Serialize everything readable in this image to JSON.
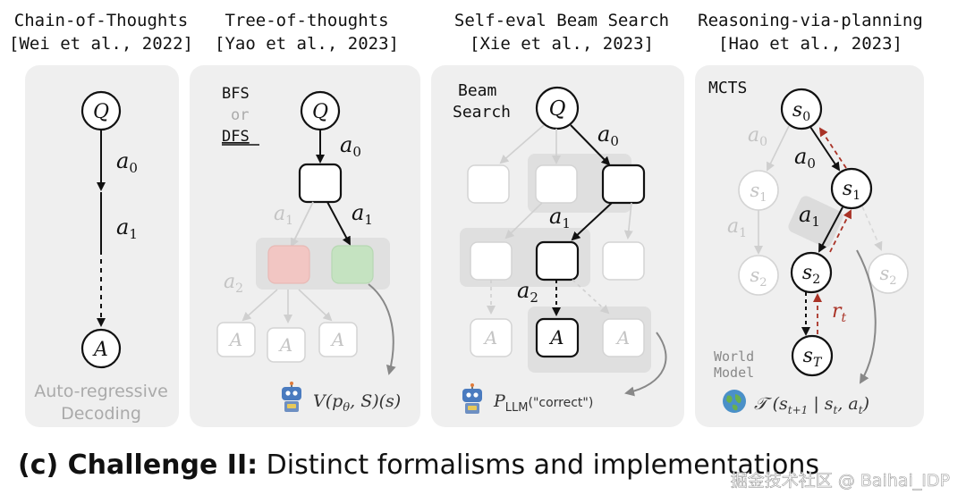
{
  "panels": [
    {
      "title": "Chain-of-Thoughts",
      "citation": "[Wei et al., 2022]"
    },
    {
      "title": "Tree-of-thoughts",
      "citation": "[Yao et al., 2023]"
    },
    {
      "title": "Self-eval Beam Search",
      "citation": "[Xie et al., 2023]"
    },
    {
      "title": "Reasoning-via-planning",
      "citation": "[Hao et al., 2023]"
    }
  ],
  "cot": {
    "q": "Q",
    "a0": "a",
    "a0_sub": "0",
    "a1": "a",
    "a1_sub": "1",
    "answer": "A",
    "caption_line1": "Auto-regressive",
    "caption_line2": "Decoding"
  },
  "tot": {
    "bfs": "BFS",
    "or": "or",
    "dfs": "DFS",
    "q": "Q",
    "a0": "a",
    "a0_sub": "0",
    "a1_faded": "a",
    "a1_faded_sub": "1",
    "a1": "a",
    "a1_sub": "1",
    "a2": "a",
    "a2_sub": "2",
    "leaf": "A",
    "value_fn": "V(p",
    "value_theta": "θ",
    "value_rest": ", S)(s)",
    "colors": {
      "red_box": "#f2c6c3",
      "green_box": "#c5e3c1"
    }
  },
  "beam": {
    "label_line1": "Beam",
    "label_line2": "Search",
    "q": "Q",
    "a0": "a",
    "a0_sub": "0",
    "a1": "a",
    "a1_sub": "1",
    "a2": "a",
    "a2_sub": "2",
    "leaf": "A",
    "p": "P",
    "p_sub": "LLM",
    "p_arg": "(\"correct\")"
  },
  "mcts": {
    "label": "MCTS",
    "s": "s",
    "s0_sub": "0",
    "s1_sub": "1",
    "s2_sub": "2",
    "sT_sub": "T",
    "a0": "a",
    "a0_sub": "0",
    "a1": "a",
    "a1_sub": "1",
    "r": "r",
    "r_sub": "t",
    "world_line1": "World",
    "world_line2": "Model",
    "transition": "𝒯 (s",
    "transition_sub1": "t+1",
    "transition_mid": " | s",
    "transition_sub2": "t",
    "transition_end": ", a",
    "transition_sub3": "t",
    "transition_close": ")",
    "colors": {
      "reward_arrow": "#a93226"
    }
  },
  "caption": {
    "prefix": "(c) Challenge II:",
    "rest": " Distinct formalisms and implementations"
  },
  "watermark": "掘金技术社区 @ Baihai_IDP",
  "colors": {
    "panel_bg": "#efefef",
    "highlight": "#dcdcdc",
    "faded": "#cfcfcf",
    "faded_text": "#c4c4c4"
  }
}
